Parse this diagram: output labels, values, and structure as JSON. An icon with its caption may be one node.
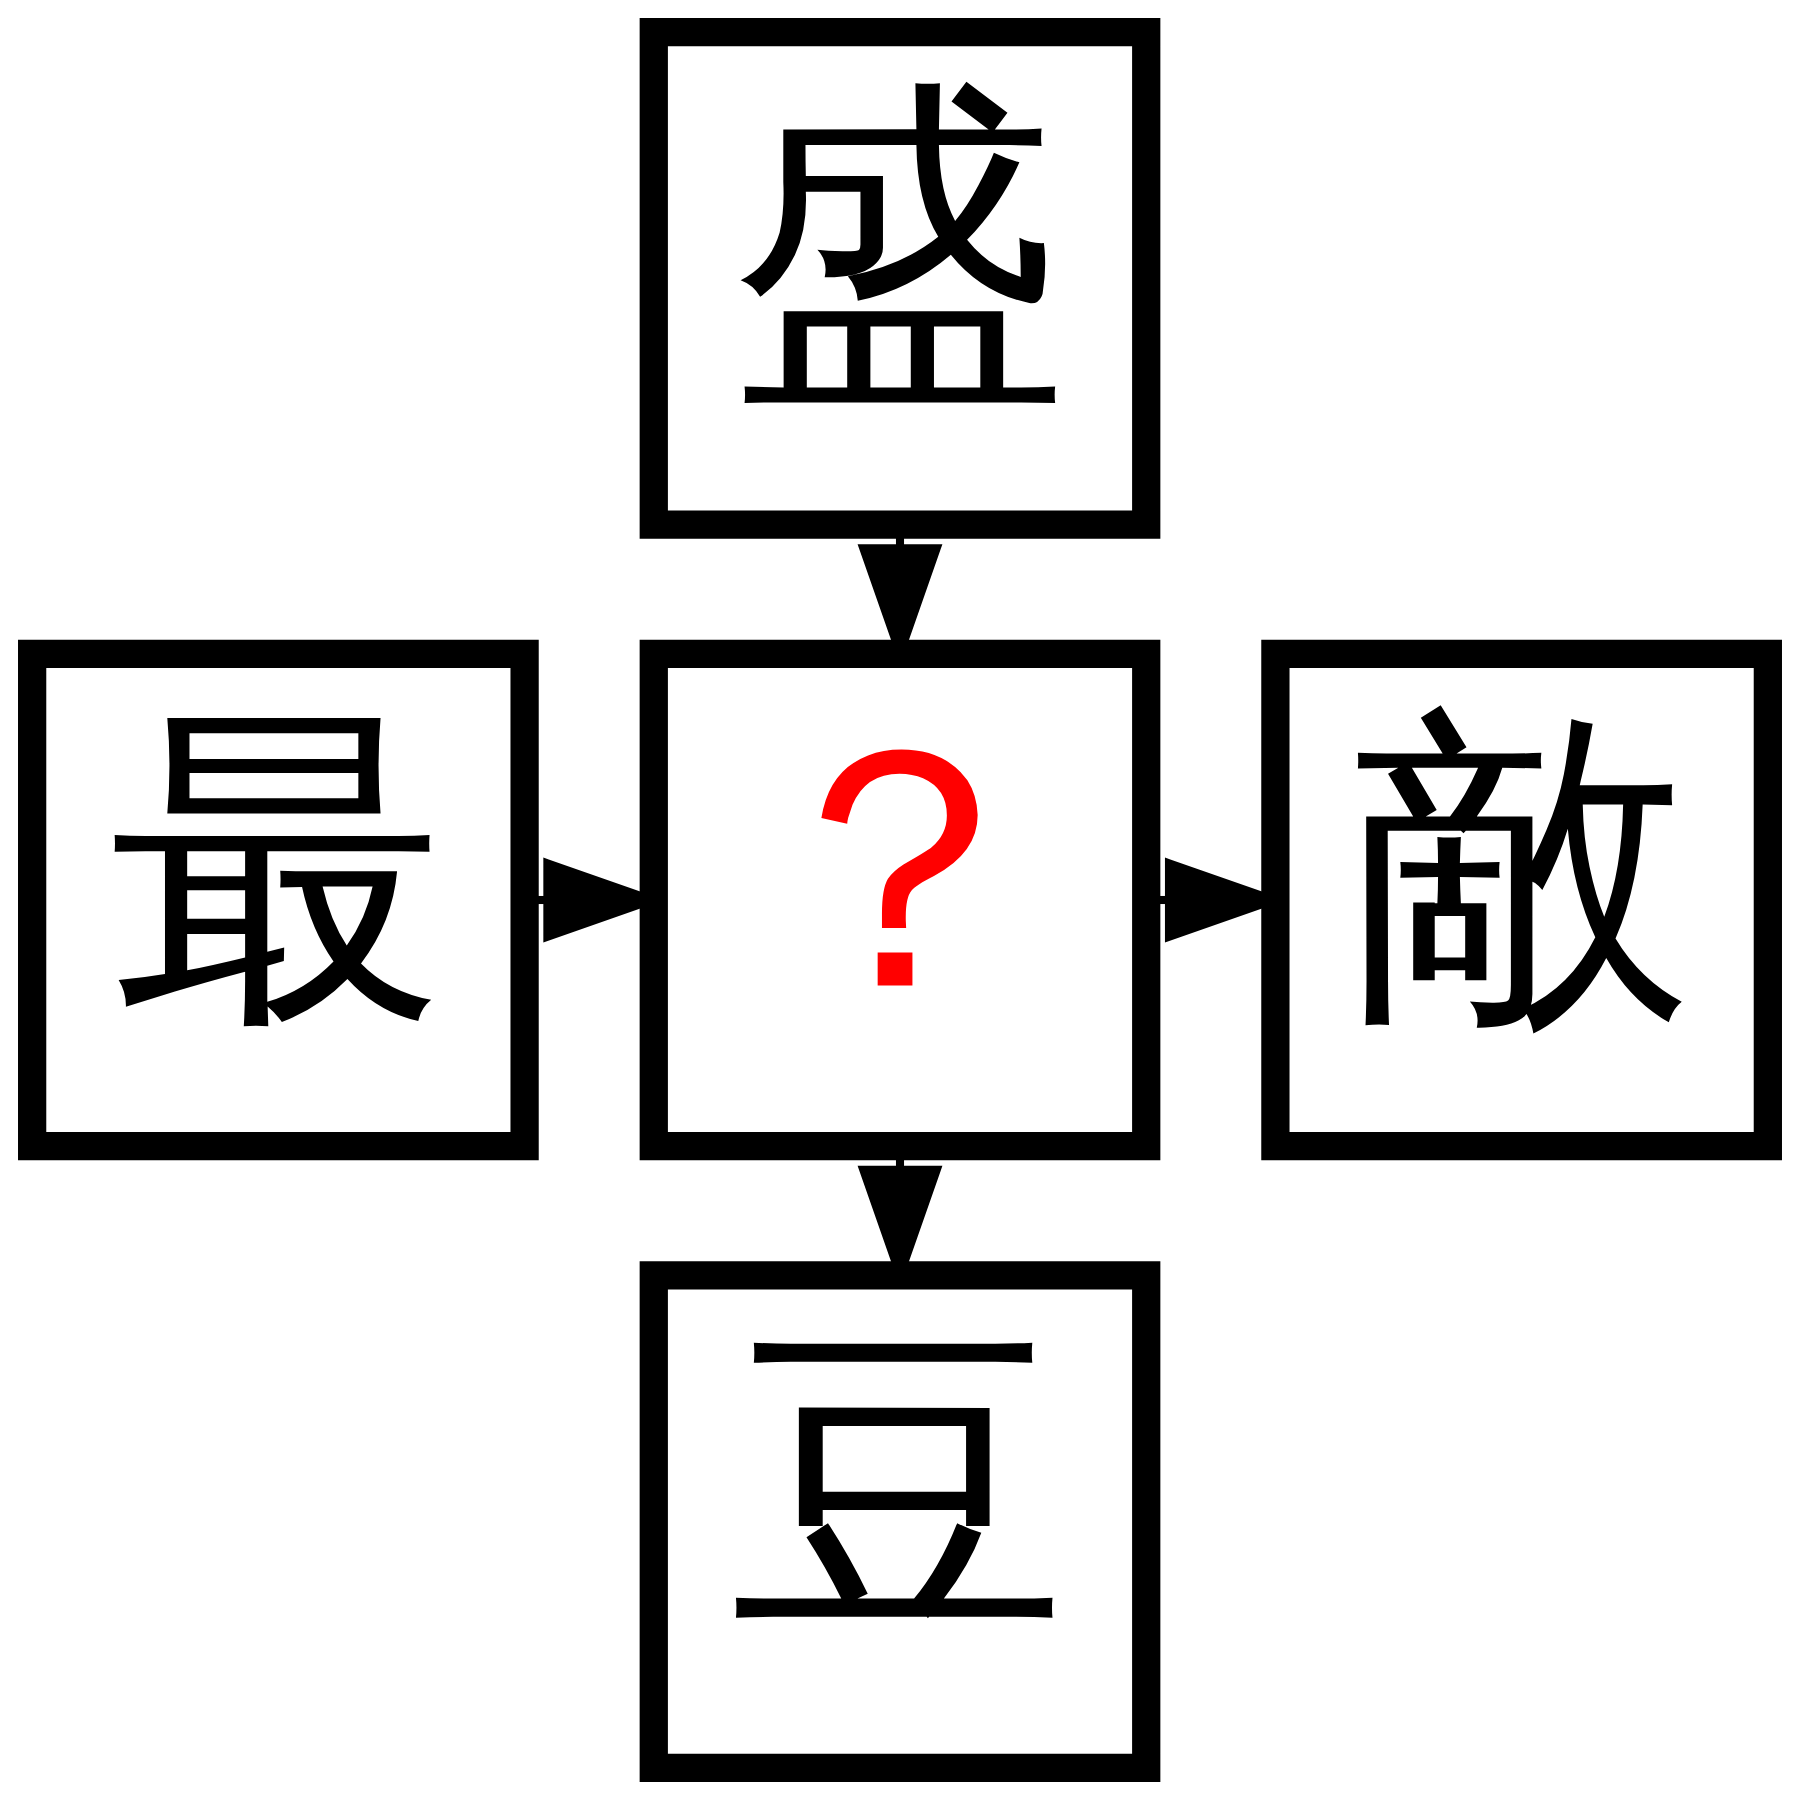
{
  "diagram": {
    "nodes": [
      {
        "text": [
          "盛"
        ]
      },
      {
        "text": [
          "最"
        ]
      },
      {
        "text": [
          "？"
        ]
      },
      {
        "text": [
          "敵"
        ]
      },
      {
        "text": [
          "豆"
        ]
      }
    ],
    "edges": [
      {
        "from": 0,
        "to": 2,
        "arrow": "to"
      },
      {
        "from": 1,
        "to": 2,
        "arrow": "to"
      },
      {
        "from": 2,
        "to": 3,
        "arrow": "to"
      },
      {
        "from": 2,
        "to": 4,
        "arrow": "to"
      }
    ]
  }
}
